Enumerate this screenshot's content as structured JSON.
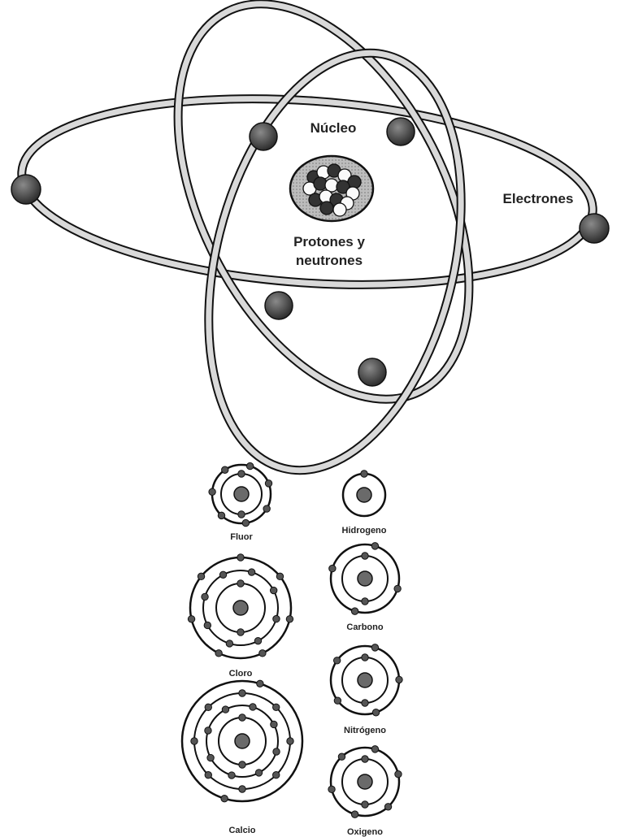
{
  "atom_diagram": {
    "nucleus_label": "Núcleo",
    "electrons_label": "Electrones",
    "protons_neutrons_label_line1": "Protones y",
    "protons_neutrons_label_line2": "neutrones"
  },
  "elements": [
    {
      "name": "Fluor",
      "shells": [
        2,
        7
      ]
    },
    {
      "name": "Hidrogeno",
      "shells": [
        1
      ]
    },
    {
      "name": "Cloro",
      "shells": [
        2,
        8,
        7
      ]
    },
    {
      "name": "Carbono",
      "shells": [
        2,
        4
      ]
    },
    {
      "name": "Nitrógeno",
      "shells": [
        2,
        5
      ]
    },
    {
      "name": "Calcio",
      "shells": [
        2,
        8,
        8,
        2
      ]
    },
    {
      "name": "Oxigeno",
      "shells": [
        2,
        6
      ]
    }
  ],
  "colors": {
    "line": "#111111",
    "orbit_fill": "#d6d6d6",
    "electron": "#555555",
    "nucleus_bg": "#c8c8c8"
  }
}
